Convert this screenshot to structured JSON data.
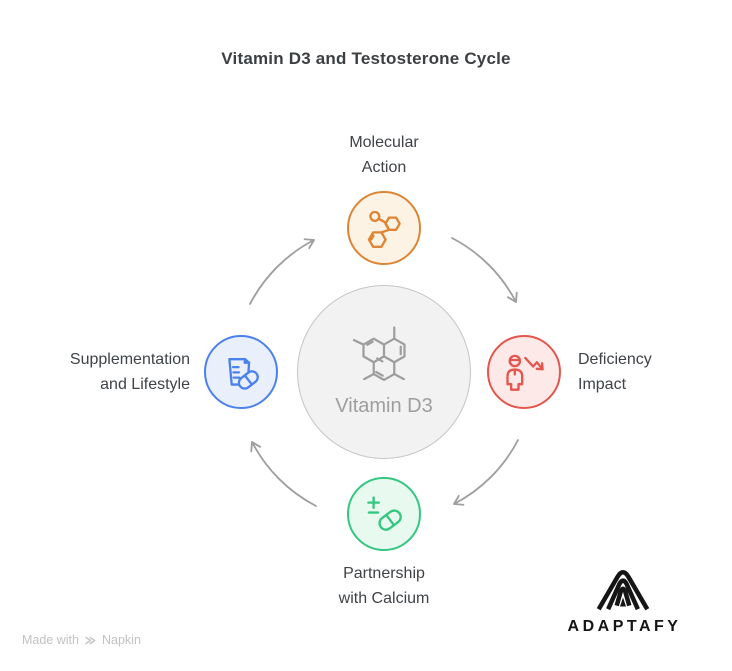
{
  "title": "Vitamin D3 and Testosterone Cycle",
  "center": {
    "label": "Vitamin D3",
    "icon": "steroid-molecule-icon",
    "fill": "#F2F2F2",
    "border_color": "#C4C4C4",
    "text_color": "#9E9E9E"
  },
  "cycle": {
    "direction": "clockwise",
    "arrow_color": "#9E9E9E"
  },
  "nodes": {
    "top": {
      "label_lines": [
        "Molecular",
        "Action"
      ],
      "icon": "molecule-icon",
      "accent": "#DE8435",
      "fill": "#FCF3E5"
    },
    "right": {
      "label_lines": [
        "Deficiency",
        "Impact"
      ],
      "icon": "person-decline-icon",
      "accent": "#E4564D",
      "fill": "#FCE9E8"
    },
    "bottom": {
      "label_lines": [
        "Partnership",
        "with Calcium"
      ],
      "icon": "plus-minus-pill-icon",
      "accent": "#34C77F",
      "fill": "#E8F9F0"
    },
    "left": {
      "label_lines": [
        "Supplementation",
        "and Lifestyle"
      ],
      "icon": "supplement-bottle-pill-icon",
      "accent": "#4A81EC",
      "fill": "#E9F0FC"
    }
  },
  "watermark": {
    "prefix": "Made with",
    "brand": "Napkin"
  },
  "brand": {
    "name": "ADAPTAFY"
  }
}
